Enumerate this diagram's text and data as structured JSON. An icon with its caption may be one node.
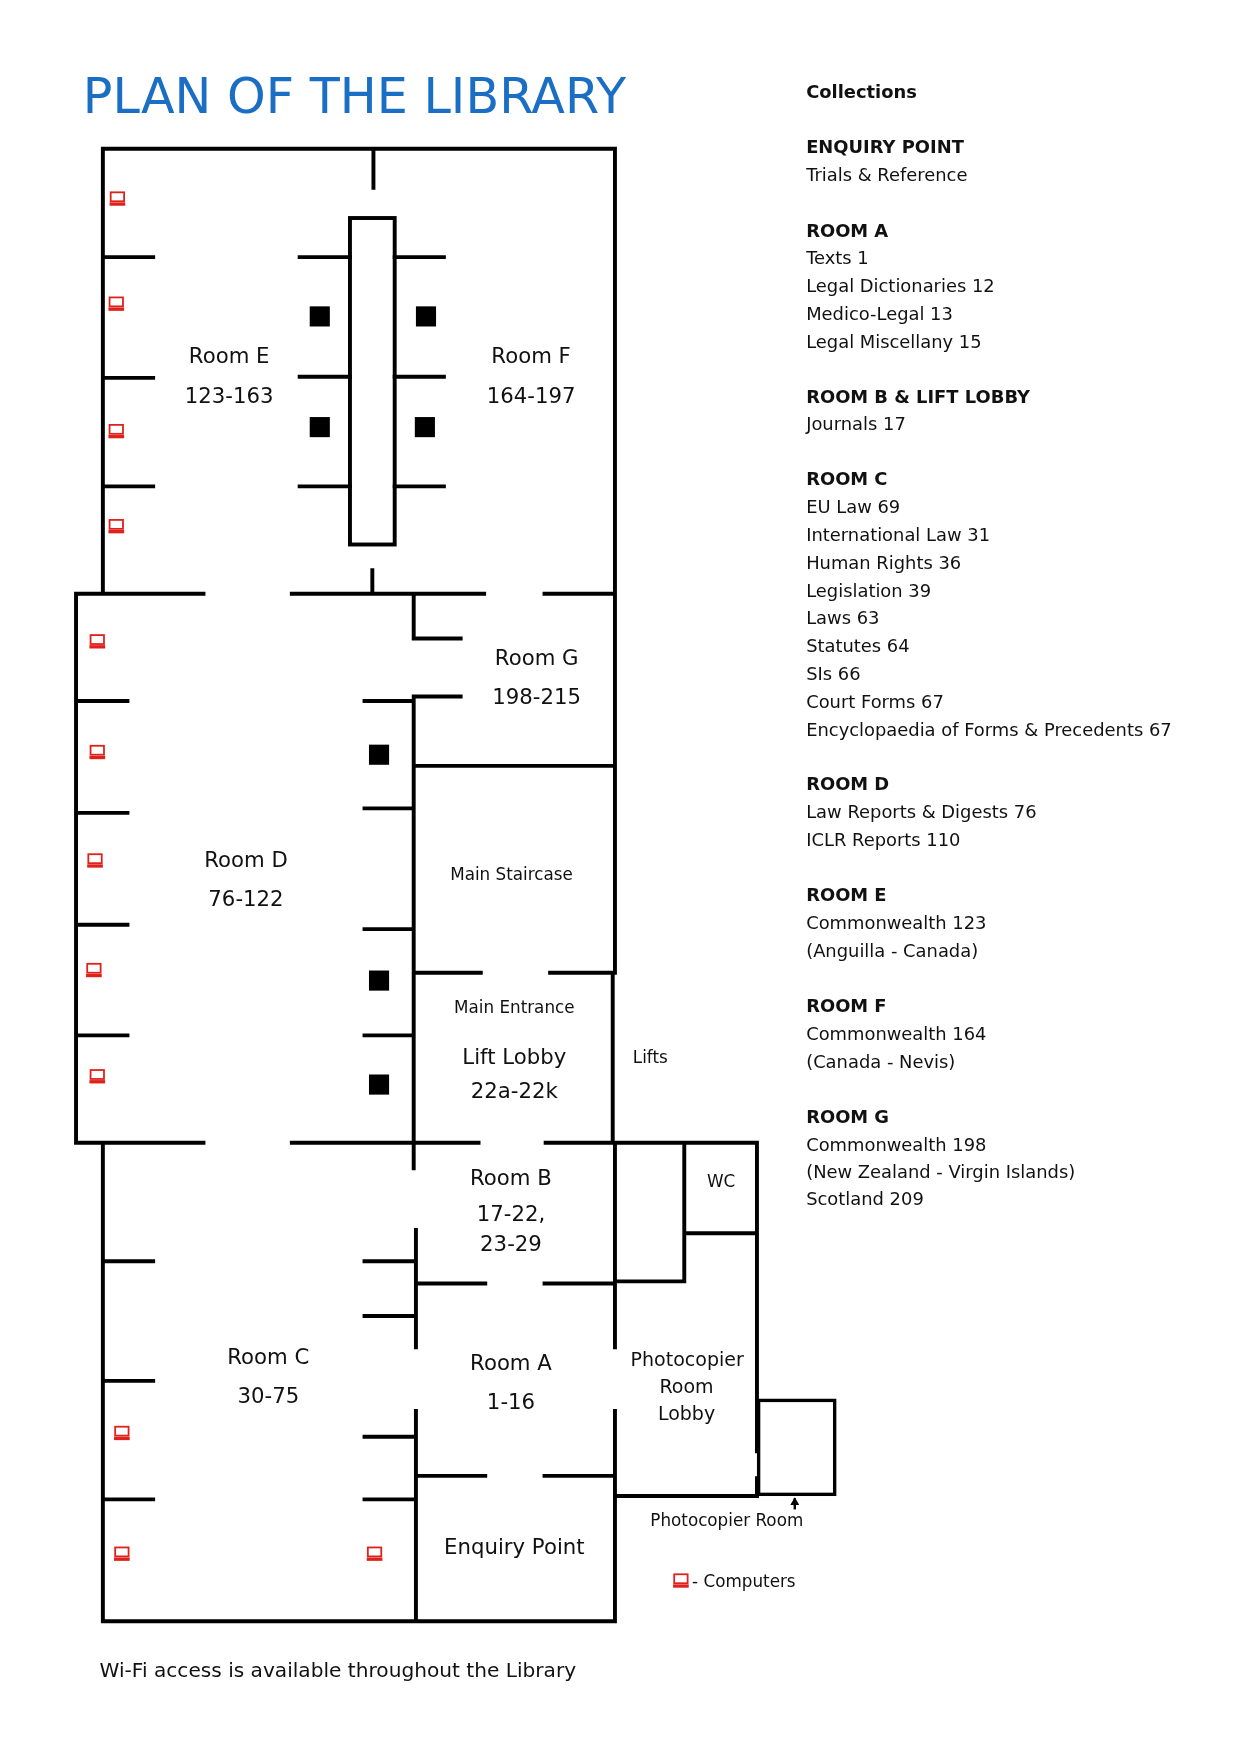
{
  "diagram": {
    "title": "PLAN OF THE LIBRARY",
    "caption": "Wi-Fi access is available throughout the Library",
    "nodes": [
      {
        "text": [
          "Room E",
          "123-163"
        ]
      },
      {
        "text": [
          "Room F",
          "164-197"
        ]
      },
      {
        "text": [
          "Room G",
          "198-215"
        ]
      },
      {
        "text": [
          "Room D",
          "76-122"
        ]
      },
      {
        "text": [
          "Main Staircase"
        ]
      },
      {
        "text": [
          "Main Entrance",
          "Lift Lobby",
          "22a-22k"
        ]
      },
      {
        "text": [
          "WC"
        ]
      },
      {
        "text": [
          "Room B",
          "17-22, 23-29"
        ]
      },
      {
        "text": [
          "Room C",
          "30-75"
        ]
      },
      {
        "text": [
          "Room A",
          "1-16"
        ]
      },
      {
        "text": [
          "Photocopier Room Lobby"
        ]
      },
      {
        "text": [],
        "shape": "box"
      },
      {
        "text": [
          "Photocopier Room"
        ]
      },
      {
        "text": [
          "Enquiry Point"
        ]
      }
    ],
    "edges": [
      {
        "from": 12,
        "to": 11,
        "arrow": "to"
      }
    ],
    "labels": [
      "Lifts",
      "Collections",
      "ENQUIRY POINT",
      "Trials & Reference",
      "ROOM A",
      "Texts 1",
      "Legal Dictionaries 12",
      "Medico-Legal 13",
      "Legal Miscellany 15",
      "ROOM B & LIFT LOBBY",
      "Journals 17",
      "ROOM C",
      "EU Law 69",
      "International Law 31",
      "Human Rights 36",
      "Legislation 39",
      "Laws 63",
      "Statutes 64",
      "SIs 66",
      "Court Forms 67",
      "Encyclopaedia of Forms & Precedents 67",
      "ROOM D",
      "Law Reports & Digests 76",
      "ICLR Reports 110",
      "ROOM E",
      "Commonwealth 123",
      "(Anguilla - Canada)",
      "ROOM F",
      "Commonwealth 164",
      "(Canada - Nevis)",
      "ROOM G",
      "Commonwealth 198",
      "(New Zealand - Virgin Islands)",
      "Scotland 209"
    ],
    "legend": [
      {
        "text": "- Computers"
      }
    ]
  }
}
